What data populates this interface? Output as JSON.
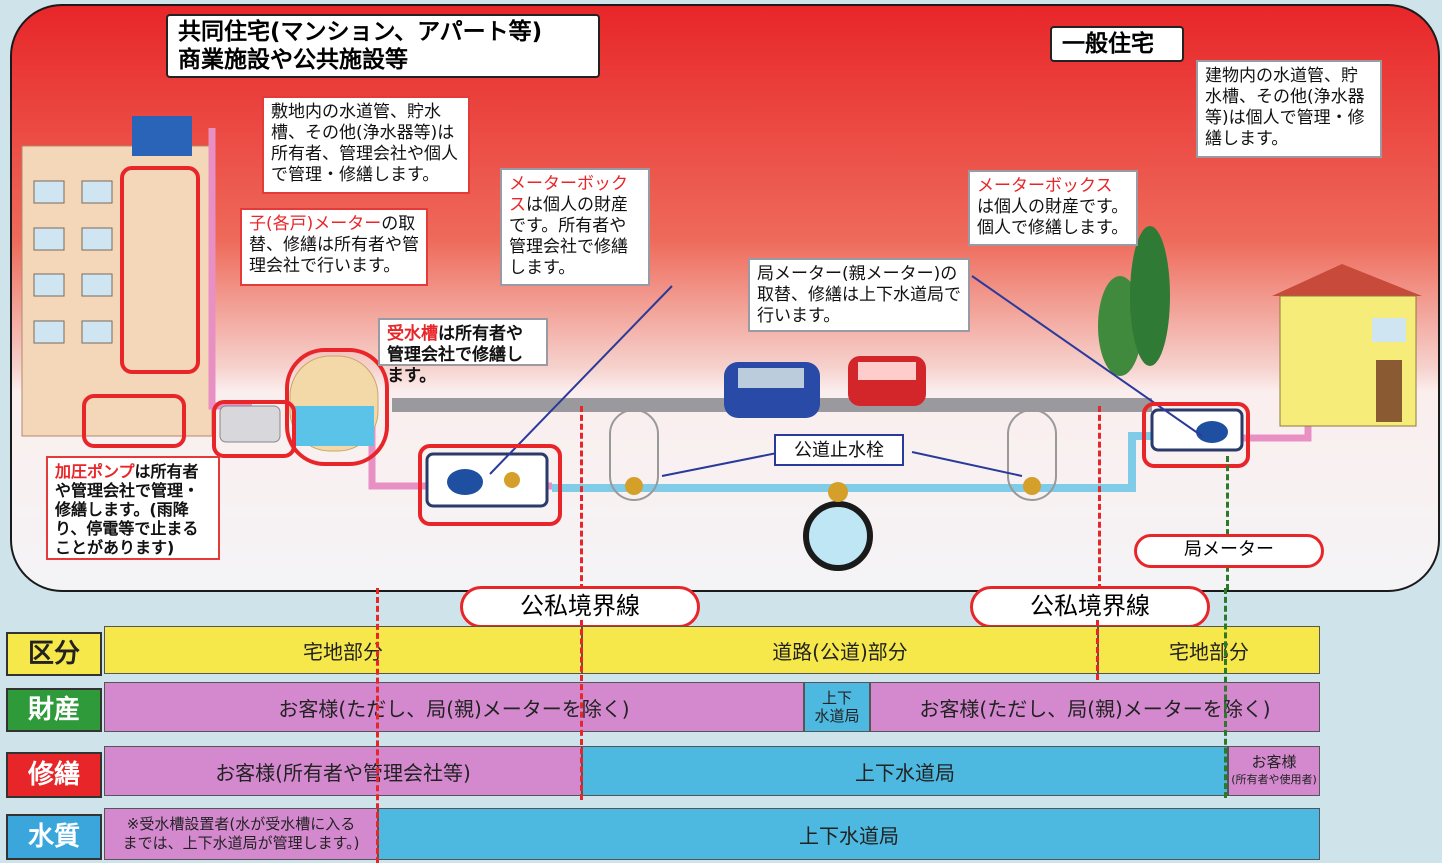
{
  "titles": {
    "collective": "共同住宅(マンション、アパート等)",
    "collective_sub": "商業施設や公共施設等",
    "general": "一般住宅"
  },
  "notes": {
    "site_pipes": "敷地内の水道管、貯水槽、その他(浄水器等)は所有者、管理会社や個人で管理・修繕します。",
    "child_meter_red": "子(各戸)メーター",
    "child_meter_rest": "の取替、修繕は所有者や管理会社で行います。",
    "meterbox1_red": "メーターボックス",
    "meterbox1_rest": "は個人の財産です。所有者や管理会社で修繕します。",
    "tank_red": "受水槽",
    "tank_rest": "は所有者や管理会社で修繕します。",
    "pump_red": "加圧ポンプ",
    "pump_rest": "は所有者や管理会社で管理・修繕します。(雨降り、停電等で止まることがあります)",
    "bureau_meter": "局メーター(親メーター)の取替、修繕は上下水道局で行います。",
    "meterbox2_red": "メーターボックス",
    "meterbox2_rest": "は個人の財産です。個人で修繕します。",
    "house_pipes": "建物内の水道管、貯水槽、その他(浄水器等)は個人で管理・修繕します。",
    "hydrant": "公道止水栓",
    "bureau_meter_short": "局メーター",
    "boundary1": "公私境界線",
    "boundary2": "公私境界線"
  },
  "table": {
    "rows": [
      {
        "label": "区分",
        "color": "#f6e84a",
        "cells": [
          "宅地部分",
          "道路(公道)部分",
          "宅地部分"
        ]
      },
      {
        "label": "財産",
        "color": "#2f9a3a",
        "cells": [
          "お客様(ただし、局(親)メーターを除く)",
          "上下",
          "水道局",
          "お客様(ただし、局(親)メーターを除く)"
        ]
      },
      {
        "label": "修繕",
        "color": "#e8262a",
        "cells": [
          "お客様(所有者や管理会社等)",
          "上下水道局",
          "お客様",
          "(所有者や使用者)"
        ]
      },
      {
        "label": "水質",
        "color": "#3aa6dc",
        "cells": [
          "※受水槽設置者(水が受水槽に入る",
          "までは、上下水道局が管理します。)",
          "上下水道局"
        ]
      }
    ]
  }
}
